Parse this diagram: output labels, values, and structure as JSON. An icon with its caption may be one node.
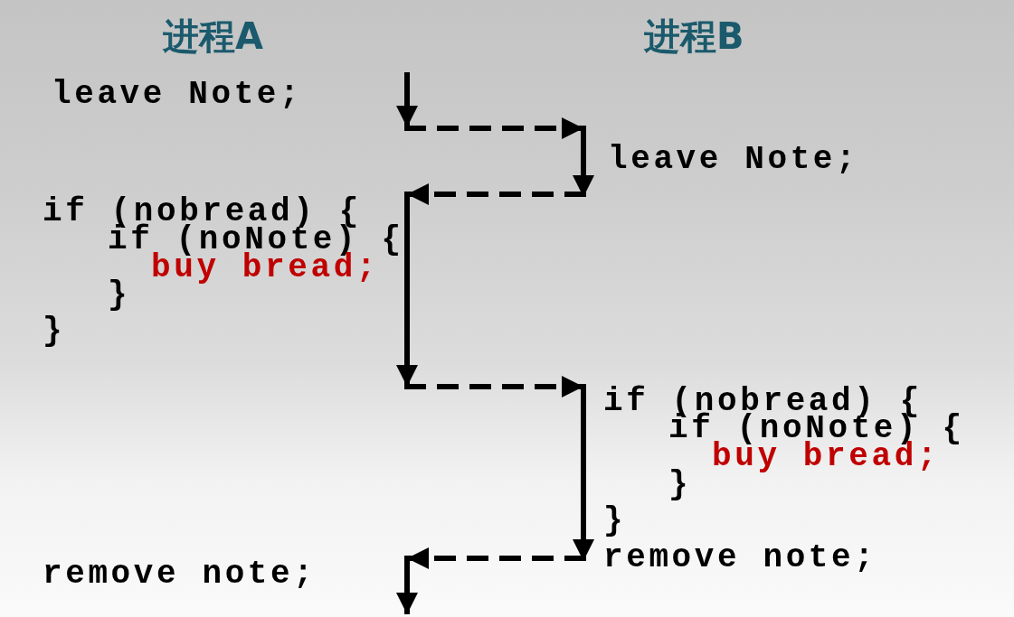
{
  "diagram": {
    "nodes": [
      {
        "text": [
          "leave Note;"
        ]
      },
      {
        "text": [
          "leave Note;"
        ]
      },
      {
        "text": [
          "if (nobread) {",
          "if (noNote) {",
          "buy bread;",
          "}",
          "}"
        ]
      },
      {
        "text": [
          "if (nobread) {",
          "if (noNote) {",
          "buy bread;",
          "}",
          "}"
        ]
      },
      {
        "text": [
          "remove note;"
        ]
      },
      {
        "text": [
          "remove note;"
        ]
      }
    ],
    "edges": [
      {
        "from": 0,
        "to": 1,
        "arrow": "to",
        "style": "dashed"
      },
      {
        "from": 1,
        "to": 2,
        "arrow": "to",
        "style": "dashed"
      },
      {
        "from": 2,
        "to": 3,
        "arrow": "to",
        "style": "dashed"
      },
      {
        "from": 4,
        "to": 5,
        "arrow": "to",
        "style": "dashed"
      }
    ],
    "labels": [
      "进程A",
      "进程B"
    ]
  }
}
